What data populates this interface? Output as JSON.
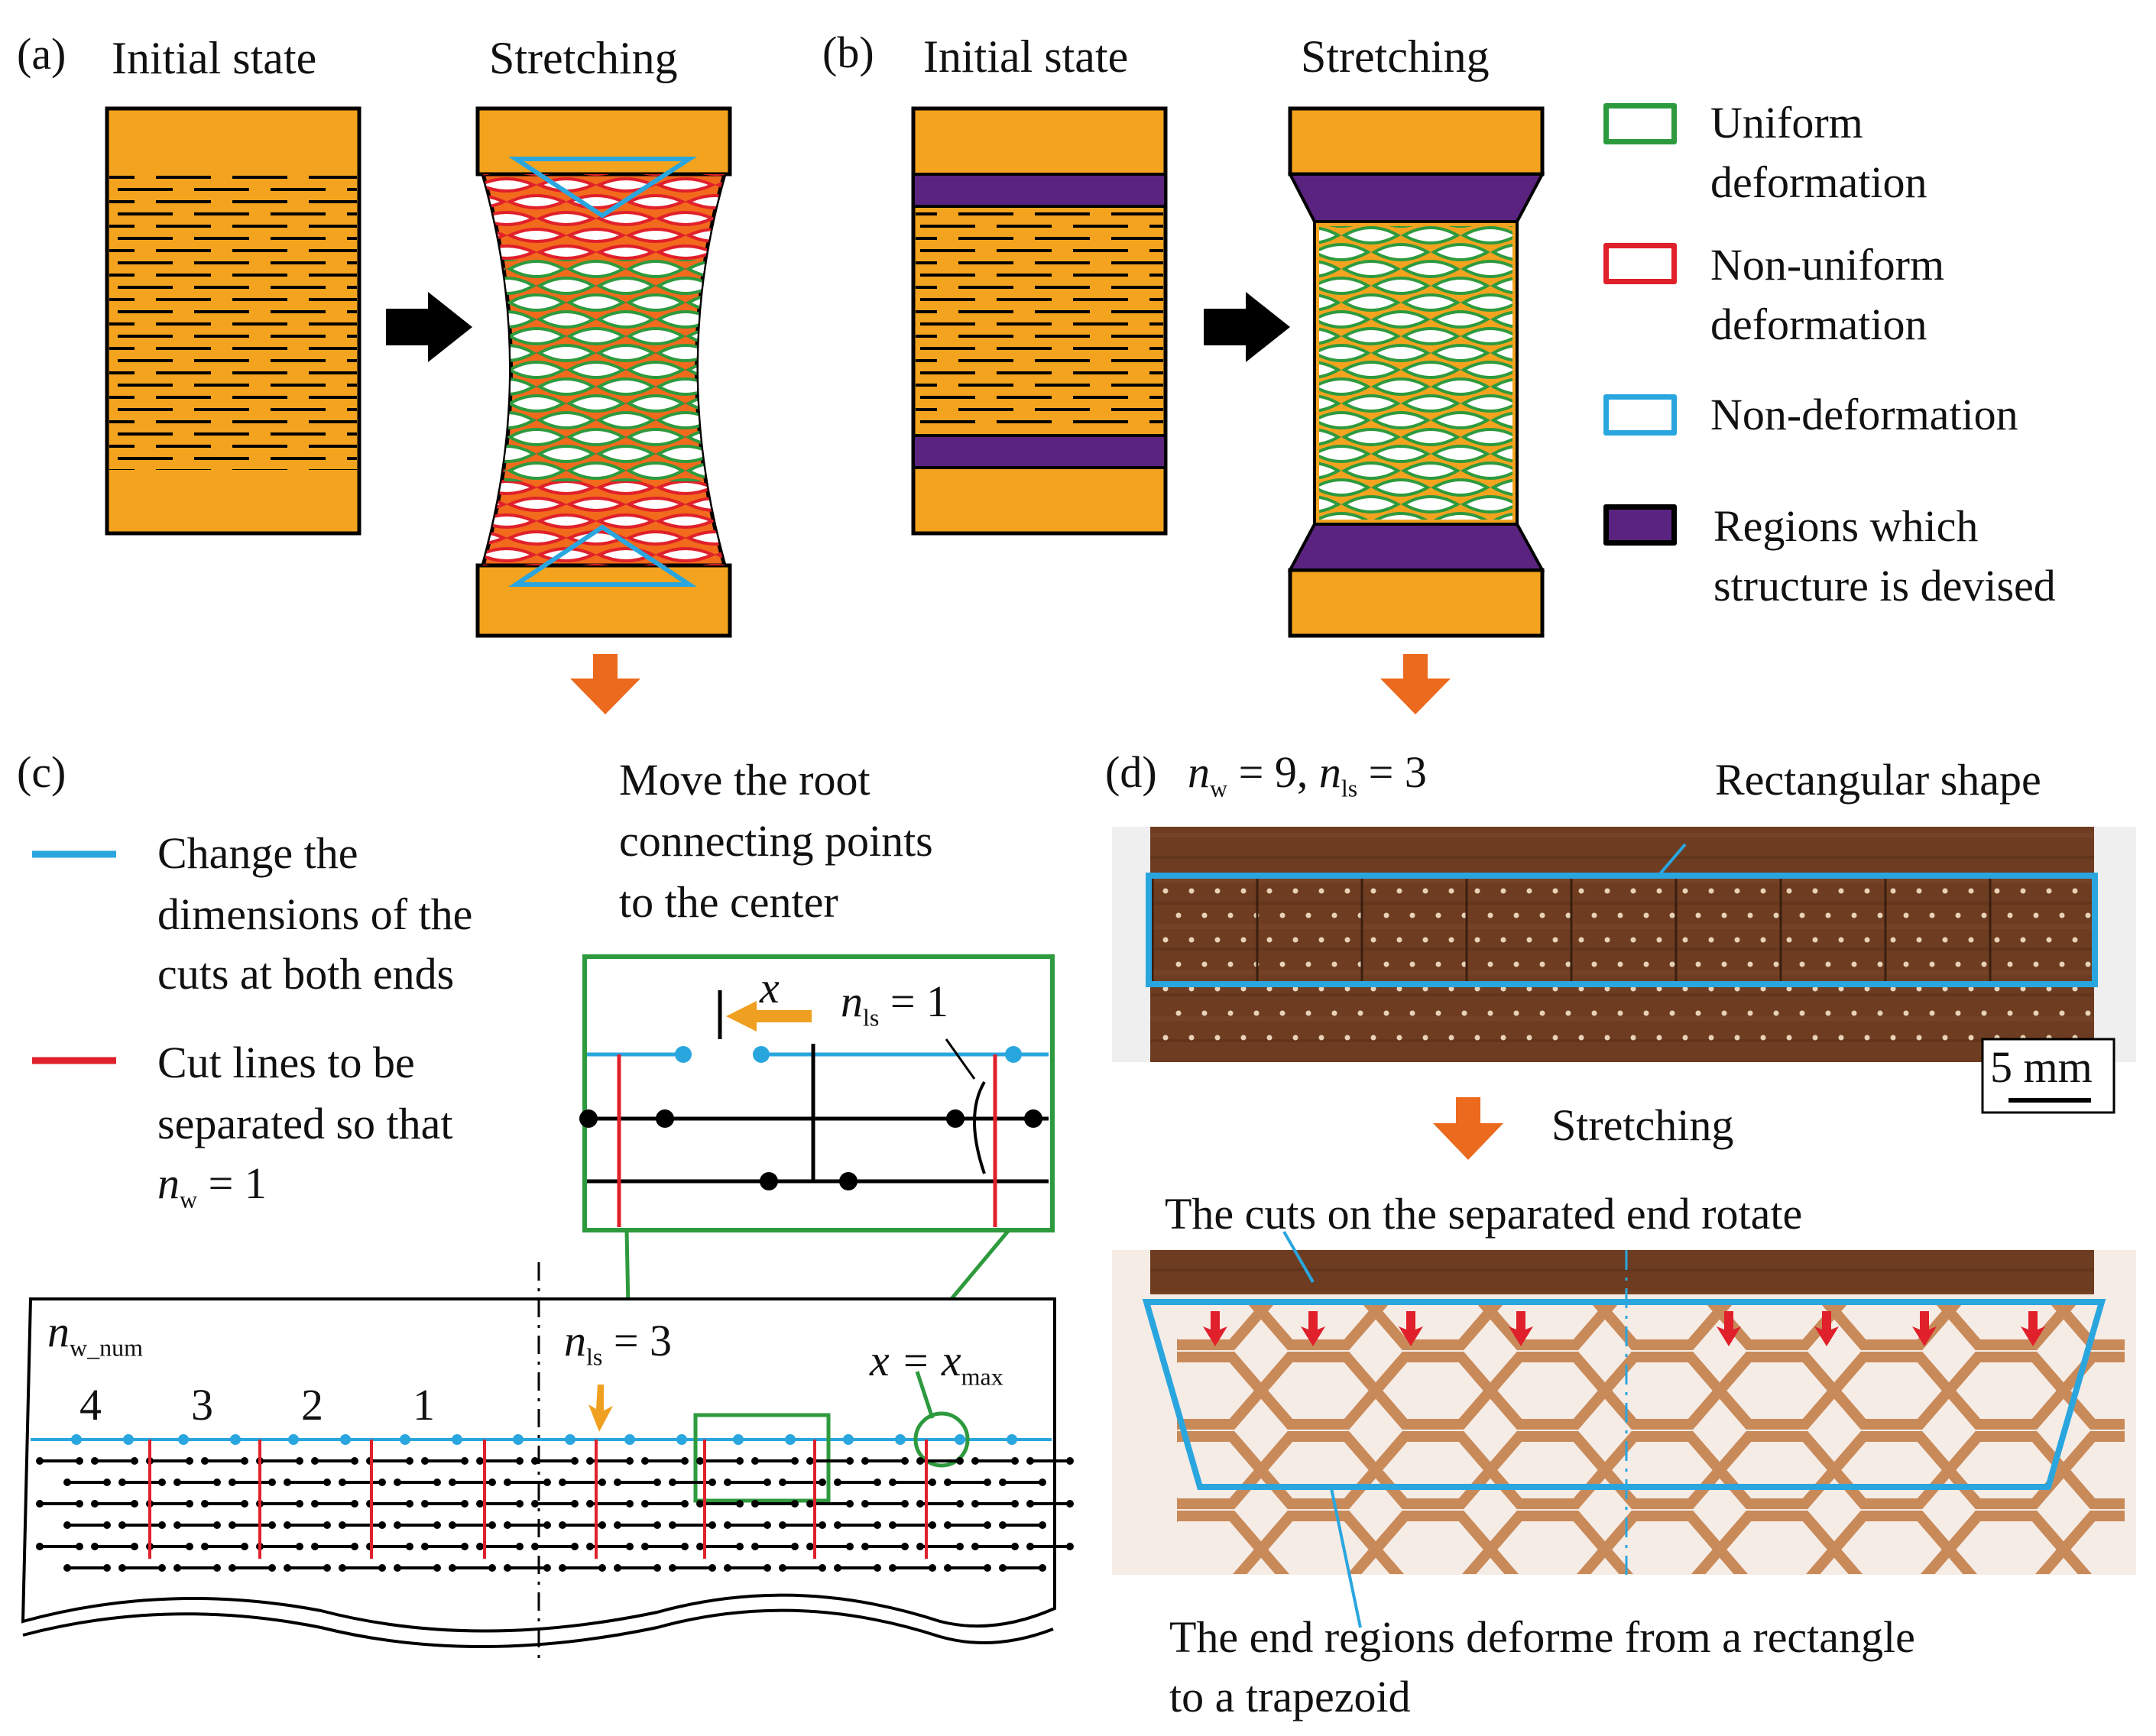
{
  "panel_a": {
    "label": "(a)",
    "title_initial": "Initial state",
    "title_stretch": "Stretching"
  },
  "panel_b": {
    "label": "(b)",
    "title_initial": "Initial state",
    "title_stretch": "Stretching"
  },
  "legend": [
    {
      "line1": "Uniform",
      "line2": "deformation",
      "color": "#2e9a3e"
    },
    {
      "line1": "Non-uniform",
      "line2": "deformation",
      "color": "#e0202a"
    },
    {
      "line1": "Non-deformation",
      "line2": "",
      "color": "#2aa6df"
    },
    {
      "line1": "Regions which",
      "line2": "structure is devised",
      "color": "#5a2380"
    }
  ],
  "panel_c": {
    "label": "(c)",
    "key_blue": [
      "Change the",
      "dimensions of the",
      "cuts at both ends"
    ],
    "key_red": [
      "Cut lines to be",
      "separated so that"
    ],
    "nw_eq": "n",
    "nw_sub": "w",
    "nw_val": "= 1",
    "move_text": [
      "Move the root",
      "connecting points",
      "to the center"
    ],
    "inset_x": "x",
    "inset_nls": "n",
    "inset_nls_sub": "ls",
    "inset_nls_val": "= 1",
    "nw_num": "n",
    "nw_num_sub": "w_num",
    "col_numbers": [
      "4",
      "3",
      "2",
      "1"
    ],
    "nls3": "n",
    "nls3_sub": "ls",
    "nls3_val": "= 3",
    "xmax": "x = x",
    "xmax_sub": "max"
  },
  "panel_d": {
    "label": "(d)",
    "param_nw": "n",
    "param_nw_sub": "w",
    "param_nw_val": "= 9,",
    "param_nls": "n",
    "param_nls_sub": "ls",
    "param_nls_val": "= 3",
    "rect_label": "Rectangular shape",
    "scale": "5 mm",
    "stretching": "Stretching",
    "rotate_label": "The cuts on the separated end rotate",
    "trap_label": [
      "The end regions deforme from a rectangle",
      "to a trapezoid"
    ]
  },
  "colors": {
    "orange_body": "#f3a31e",
    "purple": "#5a2380",
    "green": "#2e9a3e",
    "red": "#e0202a",
    "blue": "#2aa6df",
    "arrow_orange": "#ec6a1d",
    "copper": "#6a3a1f"
  }
}
